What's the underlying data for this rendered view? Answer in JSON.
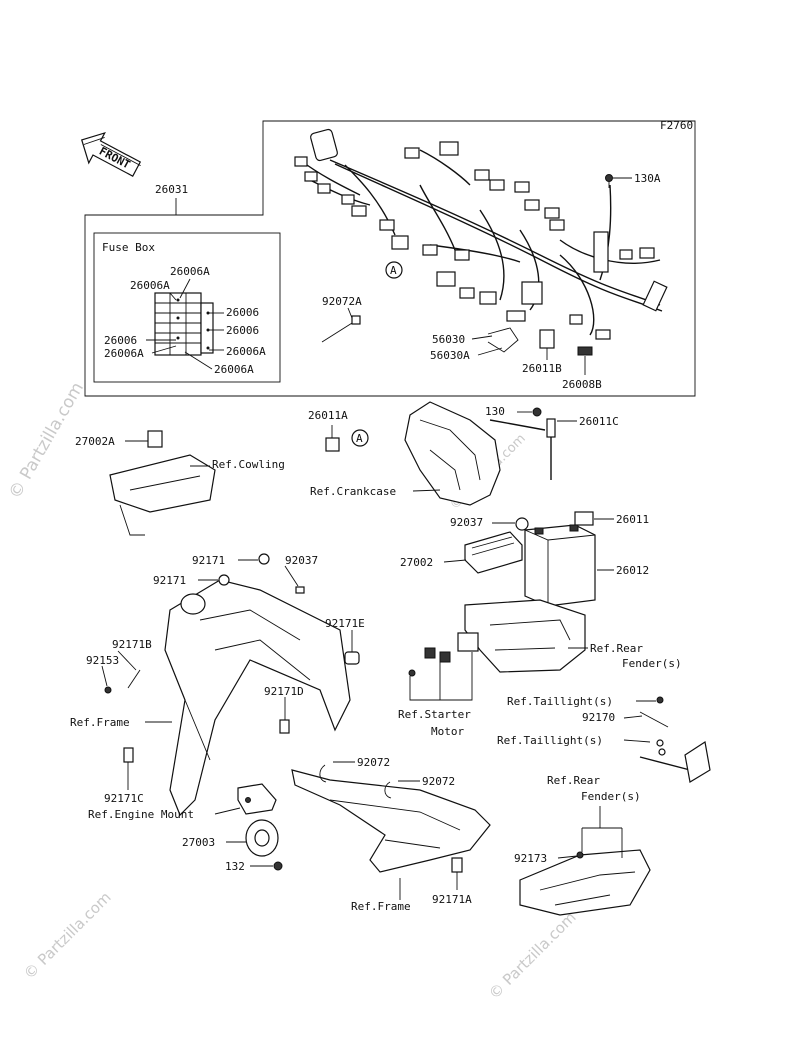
{
  "figure_code": "F2760",
  "front_label": "FRONT",
  "fuse_box_title": "Fuse Box",
  "watermark": "© Partzilla.com",
  "connector_mark": "A",
  "labels": {
    "p26031": "26031",
    "p130A": "130A",
    "p26006A_top": "26006A",
    "p26006A_left": "26006A",
    "p26006_r1": "26006",
    "p26006_r2": "26006",
    "p26006_left": "26006",
    "p26006A_left2": "26006A",
    "p26006A_r3": "26006A",
    "p26006A_bottom": "26006A",
    "p92072A": "92072A",
    "p56030": "56030",
    "p56030A": "56030A",
    "p26011B": "26011B",
    "p26008B": "26008B",
    "p26011A": "26011A",
    "p130": "130",
    "p26011C": "26011C",
    "p27002A": "27002A",
    "ref_cowling": "Ref.Cowling",
    "ref_crankcase": "Ref.Crankcase",
    "p92037_a": "92037",
    "p26011": "26011",
    "p27002": "27002",
    "p26012": "26012",
    "p92171_a": "92171",
    "p92037_b": "92037",
    "p92171_b": "92171",
    "p92171E": "92171E",
    "p92171B": "92171B",
    "p92153": "92153",
    "ref_rear_fender_1a": "Ref.Rear",
    "ref_rear_fender_1b": "Fender(s)",
    "p92171D": "92171D",
    "ref_starter_a": "Ref.Starter",
    "ref_starter_b": "Motor",
    "ref_taillight_1": "Ref.Taillight(s)",
    "p92170": "92170",
    "ref_taillight_2": "Ref.Taillight(s)",
    "ref_frame_1": "Ref.Frame",
    "p92072_a": "92072",
    "p92072_b": "92072",
    "p92171C": "92171C",
    "ref_engine_mount": "Ref.Engine Mount",
    "ref_rear_fender_2a": "Ref.Rear",
    "ref_rear_fender_2b": "Fender(s)",
    "p27003": "27003",
    "p92173": "92173",
    "p132": "132",
    "ref_frame_2": "Ref.Frame",
    "p92171A": "92171A"
  }
}
